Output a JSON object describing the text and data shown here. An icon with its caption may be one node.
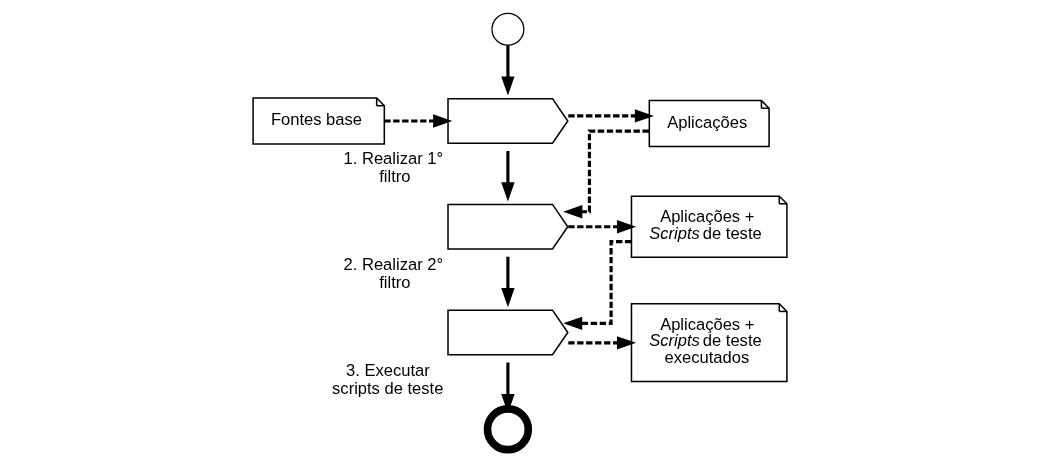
{
  "diagram": {
    "nodes": [
      {
        "text": [],
        "shape": "circle"
      },
      {
        "text": [
          "1. Realizar 1° filtro"
        ]
      },
      {
        "text": [
          "2. Realizar 2° filtro"
        ]
      },
      {
        "text": [
          "3. Executar scripts de teste"
        ]
      },
      {
        "text": [],
        "shape": "circle"
      },
      {
        "text": [
          "Fontes base"
        ]
      },
      {
        "text": [
          "Aplicações"
        ]
      },
      {
        "text": [
          "Aplicações + *Scripts* de teste"
        ]
      },
      {
        "text": [
          "Aplicações + *Scripts* de teste executados"
        ]
      }
    ],
    "edges": [
      {
        "from": 0,
        "to": 1,
        "arrow": "to"
      },
      {
        "from": 1,
        "to": 2,
        "arrow": "to"
      },
      {
        "from": 2,
        "to": 3,
        "arrow": "to"
      },
      {
        "from": 3,
        "to": 4,
        "arrow": "to"
      },
      {
        "from": 5,
        "to": 1,
        "arrow": "to",
        "style": "dashed"
      },
      {
        "from": 1,
        "to": 6,
        "arrow": "to",
        "style": "dashed"
      },
      {
        "from": 6,
        "to": 2,
        "arrow": "to",
        "style": "dashed"
      },
      {
        "from": 2,
        "to": 7,
        "arrow": "to",
        "style": "dashed"
      },
      {
        "from": 7,
        "to": 3,
        "arrow": "to",
        "style": "dashed"
      },
      {
        "from": 3,
        "to": 8,
        "arrow": "to",
        "style": "dashed"
      }
    ]
  }
}
